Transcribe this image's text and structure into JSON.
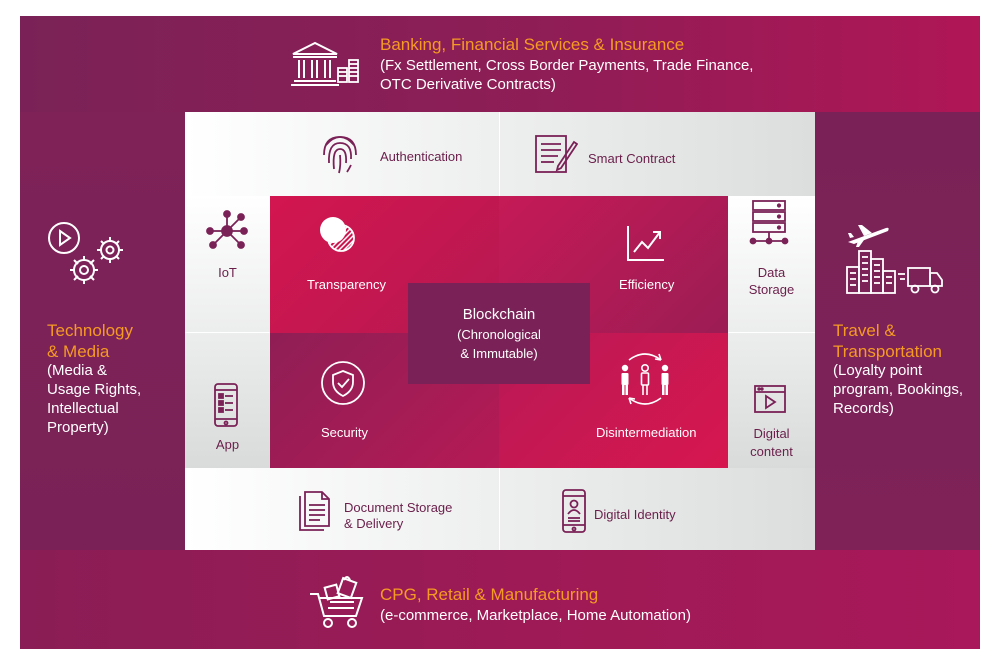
{
  "industries": {
    "top": {
      "title": "Banking, Financial Services & Insurance",
      "sub_line1": "(Fx Settlement, Cross Border Payments, Trade Finance,",
      "sub_line2": "OTC Derivative Contracts)"
    },
    "left": {
      "title_line1": "Technology",
      "title_line2": "& Media",
      "sub_line1": "(Media &",
      "sub_line2": "Usage Rights,",
      "sub_line3": "Intellectual",
      "sub_line4": "Property)"
    },
    "right": {
      "title_line1": "Travel &",
      "title_line2": "Transportation",
      "sub_line1": "(Loyalty point",
      "sub_line2": "program, Bookings,",
      "sub_line3": "Records)"
    },
    "bottom": {
      "title": "CPG, Retail & Manufacturing",
      "sub": "(e-commerce, Marketplace, Home Automation)"
    }
  },
  "core": {
    "title": "Blockchain",
    "sub_line1": "(Chronological",
    "sub_line2": "& Immutable)"
  },
  "properties": {
    "transparency": "Transparency",
    "efficiency": "Efficiency",
    "security": "Security",
    "disintermediation": "Disintermediation"
  },
  "use_cases": {
    "authentication": "Authentication",
    "smart_contract": "Smart Contract",
    "iot": "IoT",
    "data_storage_line1": "Data",
    "data_storage_line2": "Storage",
    "app": "App",
    "digital_content_line1": "Digital",
    "digital_content_line2": "content",
    "document_storage_line1": "Document Storage",
    "document_storage_line2": "& Delivery",
    "digital_identity": "Digital Identity"
  },
  "colors": {
    "plum": "#7a2257",
    "magenta": "#d3164f",
    "orange": "#f59a23",
    "grey": "#dcdede"
  },
  "icons": [
    "bank-icon",
    "coins-icon",
    "play-gears-icon",
    "airplane-icon",
    "city-icon",
    "truck-icon",
    "shopping-cart-icon",
    "fingerprint-icon",
    "contract-pen-icon",
    "network-icon",
    "server-icon",
    "mobile-app-icon",
    "video-icon",
    "document-icon",
    "id-phone-icon",
    "transparency-icon",
    "chart-up-icon",
    "shield-check-icon",
    "people-cycle-icon"
  ]
}
